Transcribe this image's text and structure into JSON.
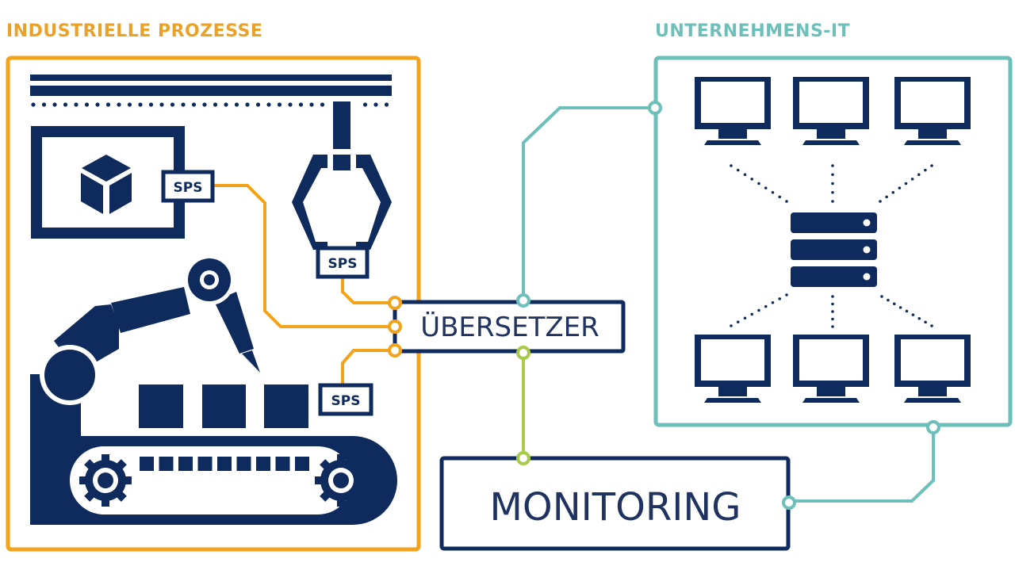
{
  "sections": {
    "industrial": {
      "title": "INDUSTRIELLE PROZESSE",
      "color": "#F2A21B"
    },
    "enterprise_it": {
      "title": "UNTERNEHMENS-IT",
      "color": "#6CC0B9"
    }
  },
  "nodes": {
    "translator": {
      "label": "ÜBERSETZER"
    },
    "monitoring": {
      "label": "MONITORING"
    },
    "plc_labels": [
      "SPS",
      "SPS",
      "SPS"
    ]
  },
  "colors": {
    "navy": "#0F2A5C",
    "orange": "#F2A21B",
    "teal": "#6CC0B9",
    "green": "#A8C94A"
  },
  "icons": {
    "industrial": [
      "rail-icon",
      "package-cube-icon",
      "gripper-icon",
      "robot-arm-icon",
      "conveyor-belt-icon",
      "gear-icon"
    ],
    "enterprise_it": [
      "monitor-icon",
      "server-icon"
    ]
  },
  "connections": [
    {
      "from": "SPS (machine)",
      "to": "ÜBERSETZER",
      "color": "orange"
    },
    {
      "from": "SPS (gripper)",
      "to": "ÜBERSETZER",
      "color": "orange"
    },
    {
      "from": "SPS (conveyor)",
      "to": "ÜBERSETZER",
      "color": "orange"
    },
    {
      "from": "ÜBERSETZER",
      "to": "UNTERNEHMENS-IT",
      "color": "teal"
    },
    {
      "from": "ÜBERSETZER",
      "to": "MONITORING",
      "color": "green"
    },
    {
      "from": "UNTERNEHMENS-IT",
      "to": "MONITORING",
      "color": "teal"
    }
  ]
}
